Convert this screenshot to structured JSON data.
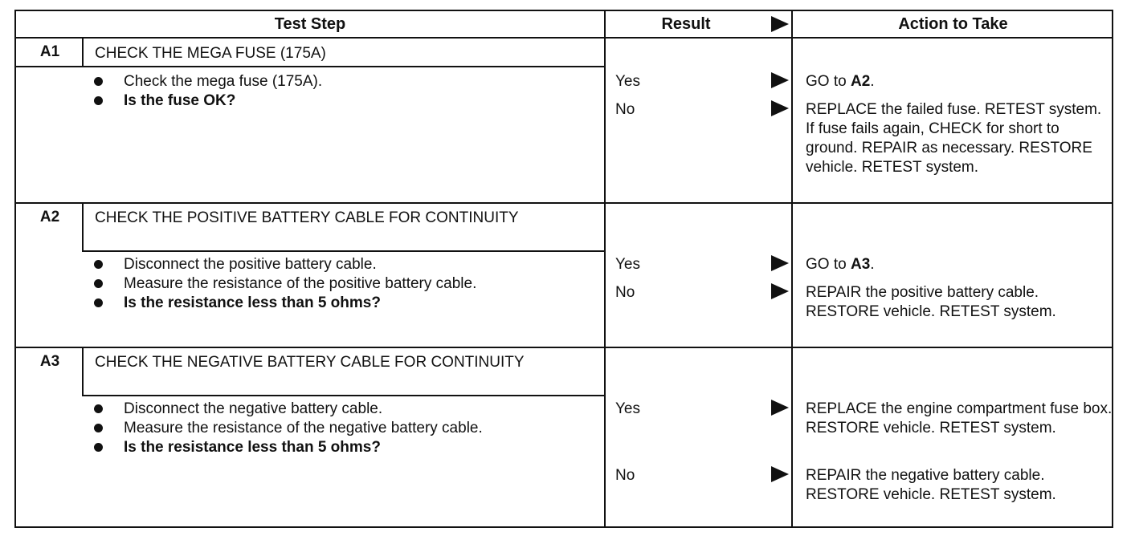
{
  "header": {
    "test_step": "Test Step",
    "result": "Result",
    "action": "Action to Take"
  },
  "steps": [
    {
      "id": "A1",
      "title": "CHECK THE MEGA FUSE (175A)",
      "bullets": [
        {
          "text": "Check the mega fuse (175A).",
          "bold": false
        },
        {
          "text": "Is the fuse OK?",
          "bold": true
        }
      ],
      "results": [
        {
          "label": "Yes",
          "action_pre": "GO to ",
          "action_ref": "A2",
          "action_post": "."
        },
        {
          "label": "No",
          "action_pre": "REPLACE the failed fuse. RETEST system. If fuse fails again, CHECK for short to ground. REPAIR as necessary. RESTORE vehicle. RETEST system.",
          "action_ref": "",
          "action_post": ""
        }
      ]
    },
    {
      "id": "A2",
      "title": "CHECK THE POSITIVE BATTERY CABLE FOR CONTINUITY",
      "bullets": [
        {
          "text": "Disconnect the positive battery cable.",
          "bold": false
        },
        {
          "text": "Measure the resistance of the positive battery cable.",
          "bold": false
        },
        {
          "text": "Is the resistance less than 5 ohms?",
          "bold": true
        }
      ],
      "results": [
        {
          "label": "Yes",
          "action_pre": "GO to ",
          "action_ref": "A3",
          "action_post": "."
        },
        {
          "label": "No",
          "action_pre": "REPAIR the positive battery cable. RESTORE vehicle. RETEST system.",
          "action_ref": "",
          "action_post": ""
        }
      ]
    },
    {
      "id": "A3",
      "title": "CHECK THE NEGATIVE BATTERY CABLE FOR CONTINUITY",
      "bullets": [
        {
          "text": "Disconnect the negative battery cable.",
          "bold": false
        },
        {
          "text": "Measure the resistance of the negative battery cable.",
          "bold": false
        },
        {
          "text": "Is the resistance less than 5 ohms?",
          "bold": true
        }
      ],
      "results": [
        {
          "label": "Yes",
          "action_pre": "REPLACE the engine compartment fuse box. RESTORE vehicle. RETEST system.",
          "action_ref": "",
          "action_post": ""
        },
        {
          "label": "No",
          "action_pre": "REPAIR the negative battery cable. RESTORE vehicle. RETEST system.",
          "action_ref": "",
          "action_post": ""
        }
      ]
    }
  ]
}
